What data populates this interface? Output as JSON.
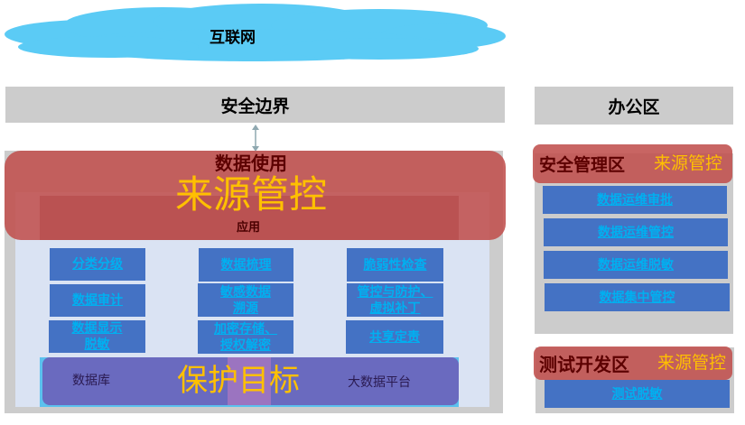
{
  "internet": "互联网",
  "security_boundary": "安全边界",
  "office_zone": "办公区",
  "data_usage": "数据使用",
  "source_control": "来源管控",
  "application": "应用",
  "protection_target": "保护目标",
  "database": "数据库",
  "big_data_platform": "大数据平台",
  "capabilities": [
    [
      "分类分级",
      "数据审计",
      "数据显示\n脱敏"
    ],
    [
      "数据梳理",
      "敏感数据\n溯源",
      "加密存储、\n授权解密"
    ],
    [
      "脆弱性检查",
      "管控与防护、\n虚拟补丁",
      "共享定责"
    ]
  ],
  "security_mgmt_zone": "安全管理区",
  "mgmt_items": [
    "数据运维审批",
    "数据运维管控",
    "数据运维脱敏",
    "数据集中管控"
  ],
  "test_dev_zone": "测试开发区",
  "test_items": [
    "测试脱敏"
  ]
}
